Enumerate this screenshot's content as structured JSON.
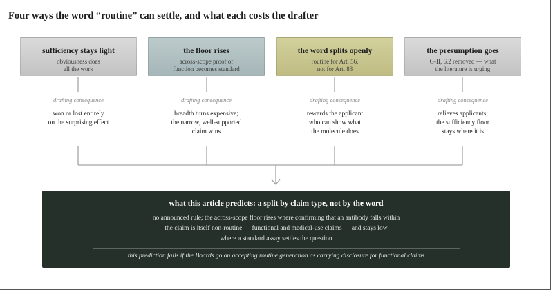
{
  "title": "Four ways the word “routine” can settle, and what each costs the drafter",
  "outcomes": [
    {
      "title": "sufficiency stays light",
      "subtitle": "obviousness does\nall the work",
      "consequence_label": "drafting consequence",
      "consequence": "won or lost entirely\non the surprising effect",
      "color": "#cfcfcf"
    },
    {
      "title": "the floor rises",
      "subtitle": "across-scope proof of\nfunction becomes standard",
      "consequence_label": "drafting consequence",
      "consequence": "breadth turns expensive;\nthe narrow, well-supported\nclaim wins",
      "color": "#b2c1c3"
    },
    {
      "title": "the word splits openly",
      "subtitle": "routine for Art. 56,\nnot for Art. 83",
      "consequence_label": "drafting consequence",
      "consequence": "rewards the applicant\nwho can show what\nthe molecule does",
      "color": "#c9c690"
    },
    {
      "title": "the presumption goes",
      "subtitle": "G-II, 6.2 removed — what\nthe literature is urging",
      "consequence_label": "drafting consequence",
      "consequence": "relieves applicants;\nthe sufficiency floor\nstays where it is",
      "color": "#cfcfcf"
    }
  ],
  "prediction": {
    "title": "what this article predicts: a split by claim type, not by the word",
    "body": "no announced rule; the across-scope floor rises where confirming that an antibody falls within\nthe claim is itself non-routine — functional and medical-use claims — and stays low\nwhere a standard assay settles the question",
    "note": "this prediction fails if the Boards go on accepting routine generation as carrying disclosure for functional claims",
    "background": "#25302a"
  },
  "connector_color": "#a3a3a3"
}
